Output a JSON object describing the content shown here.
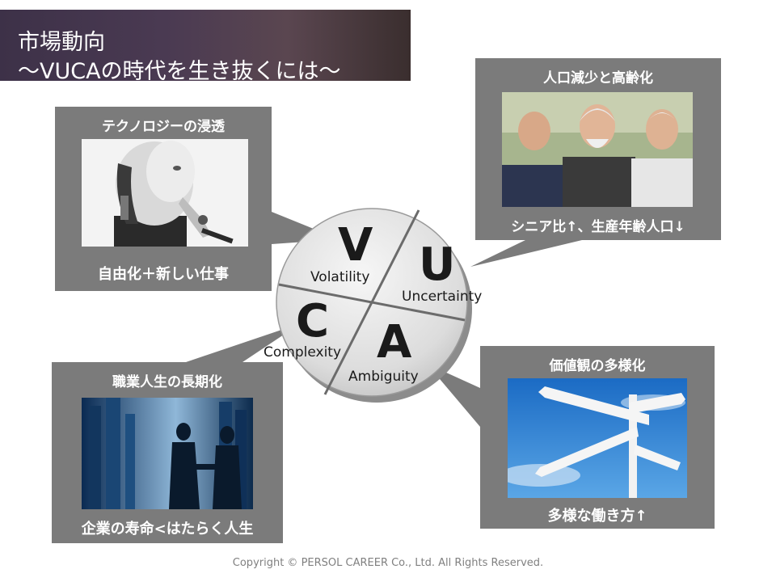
{
  "title": {
    "line1": "市場動向",
    "line2": "～VUCAの時代を生き抜くには～"
  },
  "vuca": {
    "v": {
      "letter": "V",
      "word": "Volatility"
    },
    "u": {
      "letter": "U",
      "word": "Uncertainty"
    },
    "c": {
      "letter": "C",
      "word": "Complexity"
    },
    "a": {
      "letter": "A",
      "word": "Ambiguity"
    }
  },
  "panels": {
    "technology": {
      "title": "テクノロジーの浸透",
      "caption": "自由化＋新しい仕事",
      "photo_icon": "humanoid-robot-photo"
    },
    "population": {
      "title": "人口減少と高齢化",
      "caption": "シニア比↑、生産年齢人口↓",
      "photo_icon": "senior-men-photo"
    },
    "career": {
      "title": "職業人生の長期化",
      "caption": "企業の寿命<はたらく人生",
      "photo_icon": "business-handshake-photo"
    },
    "values": {
      "title": "価値観の多様化",
      "caption": "多様な働き方↑",
      "photo_icon": "signpost-photo"
    }
  },
  "footer": {
    "copyright": "Copyright © PERSOL CAREER Co., Ltd. All Rights Reserved."
  },
  "colors": {
    "panel_bg": "#7b7b7b",
    "title_bg": "#3d3148",
    "disc": "#e0e0e0"
  }
}
